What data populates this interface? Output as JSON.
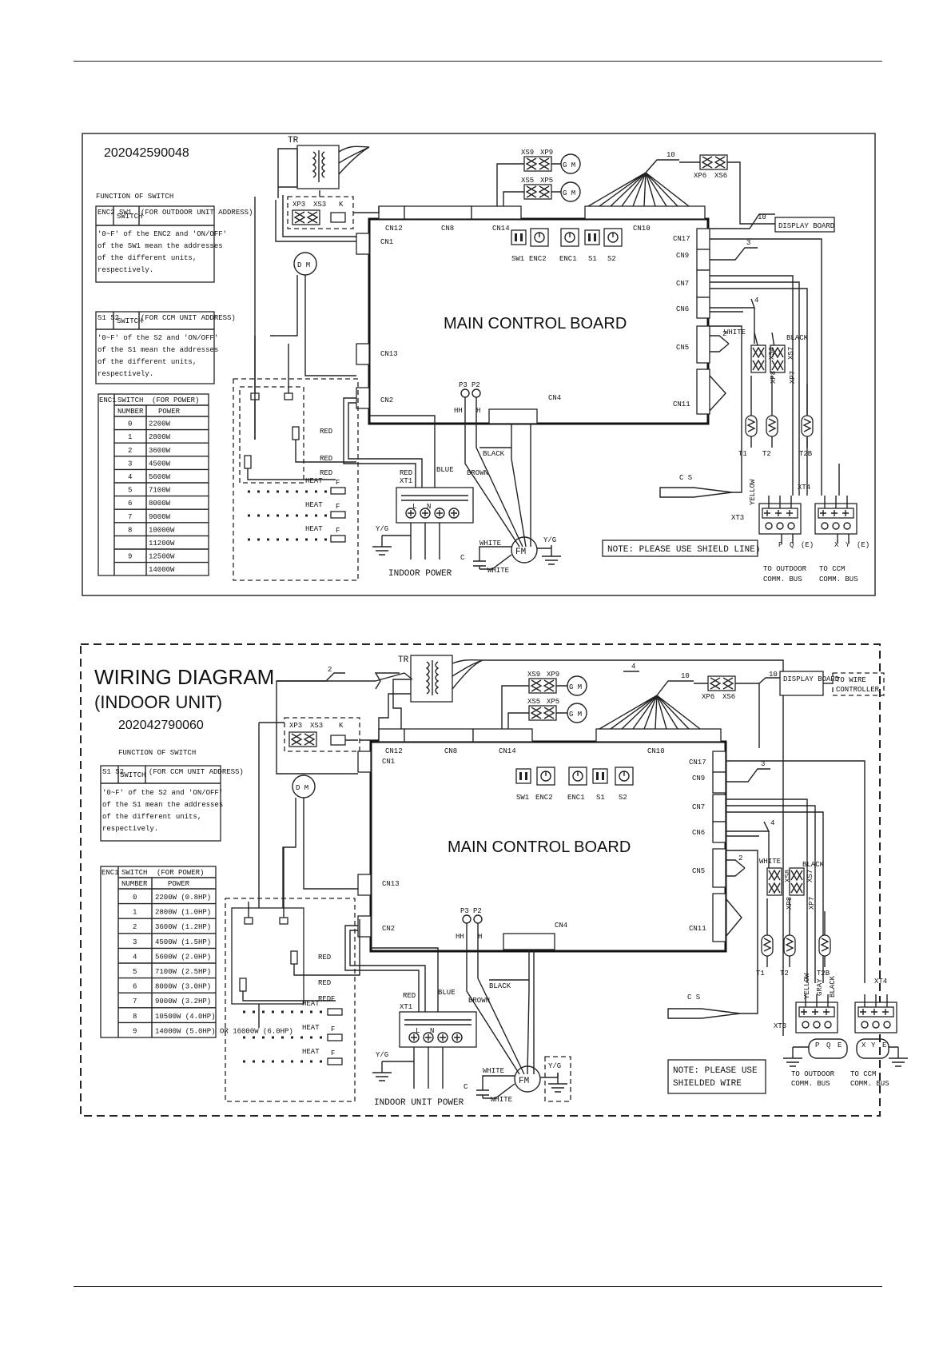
{
  "d1": {
    "code": "202042590048",
    "main_board": "MAIN CONTROL BOARD",
    "note": "NOTE: PLEASE USE SHIELD LINE)",
    "fn_title": "FUNCTION OF SWITCH",
    "tbl1_h": [
      "ENC2 SW1",
      "SWITCH",
      "(FOR OUTDOOR UNIT ADDRESS)"
    ],
    "tbl1_body": [
      "'0~F' of the ENC2 and 'ON/OFF'",
      "of the SW1 mean the addresses",
      "of the different units,",
      "respectively."
    ],
    "tbl2_h": [
      "S1 S2",
      "SWITCH",
      "(FOR CCM UNIT ADDRESS)"
    ],
    "tbl2_body": [
      "'0~F' of the S2 and 'ON/OFF'",
      "of the S1 mean the addresses",
      "of the different units,",
      "respectively."
    ],
    "tbl3_h": [
      "ENC1",
      "SWITCH",
      "(FOR POWER)",
      "NUMBER",
      "POWER"
    ],
    "tbl3_rows": [
      [
        "0",
        "2200W"
      ],
      [
        "1",
        "2800W"
      ],
      [
        "2",
        "3600W"
      ],
      [
        "3",
        "4500W"
      ],
      [
        "4",
        "5600W"
      ],
      [
        "5",
        "7100W"
      ],
      [
        "6",
        "8000W"
      ],
      [
        "7",
        "9000W"
      ],
      [
        "8",
        "10000W"
      ],
      [
        "",
        "11200W"
      ],
      [
        "9",
        "12500W"
      ],
      [
        "",
        "14000W"
      ]
    ],
    "power": "INDOOR POWER",
    "outdoor_bus": [
      "TO OUTDOOR",
      "COMM. BUS"
    ],
    "ccm_bus": [
      "TO CCM",
      "COMM. BUS"
    ]
  },
  "d2": {
    "title1": "WIRING DIAGRAM",
    "title2": "(INDOOR UNIT)",
    "code": "202042790060",
    "main_board": "MAIN CONTROL BOARD",
    "note": [
      "NOTE: PLEASE USE",
      "SHIELDED WIRE"
    ],
    "fn_title": "FUNCTION OF SWITCH",
    "tbl2_h": [
      "S1 S2",
      "SWITCH",
      "(FOR CCM UNIT ADDRESS)"
    ],
    "tbl2_body": [
      "'0~F' of the S2 and 'ON/OFF'",
      "of the S1 mean the addresses",
      "of the different units,",
      "respectively."
    ],
    "tbl3_h": [
      "ENC1",
      "SWITCH",
      "(FOR POWER)",
      "NUMBER",
      "POWER"
    ],
    "tbl3_rows": [
      [
        "0",
        "2200W  (0.8HP)"
      ],
      [
        "1",
        "2800W  (1.0HP)"
      ],
      [
        "2",
        "3600W  (1.2HP)"
      ],
      [
        "3",
        "4500W  (1.5HP)"
      ],
      [
        "4",
        "5600W  (2.0HP)"
      ],
      [
        "5",
        "7100W  (2.5HP)"
      ],
      [
        "6",
        "8000W  (3.0HP)"
      ],
      [
        "7",
        "9000W  (3.2HP)"
      ],
      [
        "8",
        "10500W  (4.0HP)"
      ],
      [
        "9",
        "14000W (5.0HP) OR 16000W (6.0HP)"
      ]
    ],
    "power": "INDOOR UNIT POWER",
    "outdoor_bus": [
      "TO OUTDOOR",
      "COMM. BUS"
    ],
    "ccm_bus": [
      "TO CCM",
      "COMM. BUS"
    ],
    "wire_ctrl": [
      "TO WIRE",
      "CONTROLLER"
    ]
  },
  "labels": {
    "tr": "TR",
    "k": "K",
    "xp3": "XP3",
    "xs3": "XS3",
    "cn1": "CN1",
    "cn12": "CN12",
    "cn8": "CN8",
    "cn14": "CN14",
    "cn10": "CN10",
    "cn17": "CN17",
    "cn9": "CN9",
    "cn7": "CN7",
    "cn6": "CN6",
    "cn5": "CN5",
    "cn11": "CN11",
    "cn13": "CN13",
    "cn2": "CN2",
    "cn4": "CN4",
    "sw1": "SW1",
    "enc2": "ENC2",
    "enc1": "ENC1",
    "s1": "S1",
    "s2": "S2",
    "xs9": "XS9",
    "xp9": "XP9",
    "xs5": "XS5",
    "xp5": "XP5",
    "gm": "G M",
    "dm": "D M",
    "xp6": "XP6",
    "xs6": "XS6",
    "display": "DISPLAY BOARD",
    "n10": "10",
    "n3": "3",
    "n4": "4",
    "n2": "2",
    "white": "WHITE",
    "black": "BLACK",
    "xp8": "XP8",
    "xs8": "XS8",
    "xp7": "XP7",
    "xs7": "XS7",
    "t1": "T1",
    "t2": "T2",
    "t2b": "T2B",
    "cs": "C S",
    "p3": "P3",
    "p2": "P2",
    "hh": "HH",
    "h": "H",
    "red": "RED",
    "blue": "BLUE",
    "brown": "BROWN",
    "heat": "HEAT",
    "f": "F",
    "xt1": "XT1",
    "l": "L",
    "n": "N",
    "yg": "Y/G",
    "c": "C",
    "fm": "FM",
    "xt3": "XT3",
    "xt4": "XT4",
    "yellow": "YELLOW",
    "gray": "GRAY",
    "p": "P",
    "q": "Q",
    "e": "(E)",
    "e2": "E",
    "x": "X",
    "y": "Y"
  }
}
